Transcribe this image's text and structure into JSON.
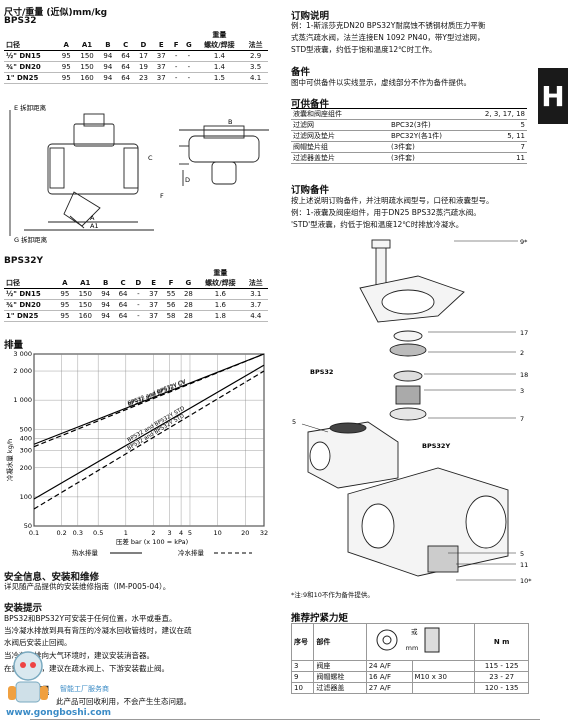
{
  "left": {
    "title": "尺寸/重量 (近似)mm/kg",
    "bps32_label": "BPS32",
    "table_headers": [
      "口径",
      "A",
      "A1",
      "B",
      "C",
      "D",
      "E",
      "F",
      "G",
      "重量 螺纹/焊接",
      "法兰"
    ],
    "weight_header_top": "重量",
    "weight_header_bottom": "螺纹/焊接",
    "bps32_rows": [
      [
        "½\" DN15",
        "95",
        "150",
        "94",
        "64",
        "17",
        "37",
        "-",
        "-",
        "1.4",
        "2.9"
      ],
      [
        "¾\" DN20",
        "95",
        "150",
        "94",
        "64",
        "19",
        "37",
        "-",
        "-",
        "1.4",
        "3.5"
      ],
      [
        "1\" DN25",
        "95",
        "160",
        "94",
        "64",
        "23",
        "37",
        "-",
        "-",
        "1.5",
        "4.1"
      ]
    ],
    "fig_labels": {
      "e": "E 拆卸距离",
      "g": "G 拆卸距离",
      "a": "A",
      "a1": "A1",
      "b": "B",
      "c": "C",
      "d": "D",
      "f": "F"
    },
    "bps32y_label": "BPS32Y",
    "bps32y_rows": [
      [
        "½\" DN15",
        "95",
        "150",
        "94",
        "64",
        "-",
        "37",
        "55",
        "28",
        "1.6",
        "3.1"
      ],
      [
        "¾\" DN20",
        "95",
        "150",
        "94",
        "64",
        "-",
        "37",
        "56",
        "28",
        "1.6",
        "3.7"
      ],
      [
        "1\" DN25",
        "95",
        "160",
        "94",
        "64",
        "-",
        "37",
        "58",
        "28",
        "1.8",
        "4.4"
      ]
    ],
    "drain_title": "排量",
    "safety_title": "安全信息、安装和维修",
    "safety_text": "详见随产品提供的安装维修指南（IM-P005-04）。",
    "install_title": "安装提示",
    "install_lines": [
      "BPS32和BPS32Y可安装于任何位置，水平或垂直。",
      "当冷凝水排放到具有背压的冷凝水回收管线时，建议在疏",
      "水阀后安装止回阀。",
      "当冷凝水排向大气环境时，建议安装消音器。",
      "在重要场合，建议在疏水阀上、下游安装截止阀。"
    ],
    "disposal_title": "处理",
    "disposal_text": "此产品可回收利用，不会产生生态问题。",
    "watermark_line1": "智能工厂服务商",
    "watermark_line2": "www.gongboshi.com"
  },
  "chart_data": {
    "type": "line",
    "title": "",
    "xlabel": "压差 bar (x 100 = kPa)",
    "ylabel": "冷凝水量 kg/h",
    "x_scale": "log",
    "y_scale": "log",
    "xlim": [
      0.1,
      32
    ],
    "ylim": [
      50,
      3000
    ],
    "x_ticks": [
      0.1,
      0.2,
      0.3,
      0.5,
      1,
      2,
      3,
      4,
      5,
      10,
      20,
      32
    ],
    "x_tick_labels": [
      "0.1",
      "0.2",
      "0.3",
      "0.5",
      "1",
      "2",
      "3",
      "4",
      "5",
      "10",
      "20",
      "32"
    ],
    "y_ticks": [
      50,
      100,
      200,
      300,
      400,
      500,
      1000,
      2000,
      3000
    ],
    "y_tick_labels": [
      "50",
      "100",
      "200",
      "300",
      "400",
      "500",
      "1 000",
      "2 000",
      "3 000"
    ],
    "legend": [
      {
        "label": "热水排量",
        "style": "solid"
      },
      {
        "label": "冷水排量",
        "style": "dashed"
      }
    ],
    "series": [
      {
        "name": "BPS32 and BPS32Y CV",
        "style": "solid",
        "x": [
          0.1,
          32
        ],
        "y": [
          350,
          3000
        ]
      },
      {
        "name": "BPS32 and BPS32Y CV",
        "style": "dashed",
        "x": [
          0.1,
          32
        ],
        "y": [
          330,
          3000
        ]
      },
      {
        "name": "BPS32 and BPS32Y STD",
        "style": "solid",
        "x": [
          0.1,
          32
        ],
        "y": [
          95,
          2300
        ]
      },
      {
        "name": "BPS32 and BPS32Y STD",
        "style": "dashed",
        "x": [
          0.1,
          32
        ],
        "y": [
          75,
          2000
        ]
      }
    ]
  },
  "right": {
    "order_title": "订购说明",
    "order_lines": [
      "例：1-斯派莎克DN20 BPS32Y耐腐蚀不锈钢材质压力平衡",
      "式蒸汽疏水阀，法兰连接EN 1092 PN40，带Y型过滤网，",
      "STD型液囊，约低于饱和温度12℃时工作。"
    ],
    "spares_title": "备件",
    "spares_text": "图中可供备件以实线显示，虚线部分不作为备件提供。",
    "avail_title": "可供备件",
    "spares_rows": [
      [
        "液囊和阀座组件",
        "",
        "2, 3, 17, 18"
      ],
      [
        "过滤网",
        "BPC32(3件)",
        "5"
      ],
      [
        "过滤网及垫片",
        "BPC32Y(各1件)",
        "5, 11"
      ],
      [
        "阀帽垫片组",
        "(3件套)",
        "7"
      ],
      [
        "过滤器盖垫片",
        "(3件套)",
        "11"
      ]
    ],
    "spares_order_title": "订购备件",
    "spares_order_lines": [
      "按上述说明订购备件，并注明疏水阀型号，口径和液囊型号。",
      "例：1-液囊及阀座组件，用于DN25 BPS32蒸汽疏水阀。",
      "'STD'型液囊，约低于饱和温度12℃时排放冷凝水。"
    ],
    "diagram_labels": {
      "l9": "9*",
      "l17": "17",
      "l2": "2",
      "l18": "18",
      "l3": "3",
      "l7": "7",
      "l5a": "5",
      "l5b": "5",
      "l11": "11",
      "l10": "10*",
      "bps32": "BPS32",
      "bps32y": "BPS32Y"
    },
    "note": "*注:9和10不作为备件提供。",
    "torque_title": "推荐拧紧力矩",
    "torque_head": {
      "no": "序号",
      "part": "部件",
      "or": "或",
      "mm": "mm",
      "nm": "N m"
    },
    "torque_rows": [
      [
        "3",
        "阀座",
        "24 A/F",
        "",
        "115 - 125"
      ],
      [
        "9",
        "阀帽螺栓",
        "16 A/F",
        "M10 x 30",
        "23 - 27"
      ],
      [
        "10",
        "过滤器盖",
        "27 A/F",
        "",
        "120 - 135"
      ]
    ],
    "side_tab": "H"
  }
}
